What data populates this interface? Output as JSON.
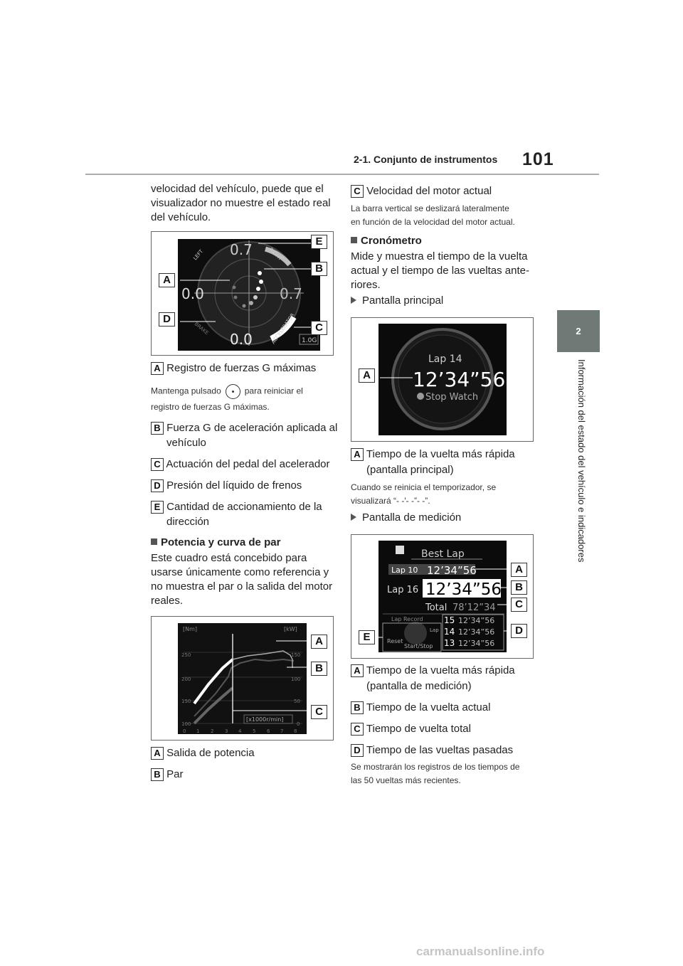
{
  "header": {
    "section": "2-1. Conjunto de instrumentos",
    "page": "101"
  },
  "sidebar": {
    "tab": "2",
    "text": "Información del estado del vehículo e indicadores"
  },
  "left": {
    "intro": [
      "velocidad del vehículo, puede que el",
      "visualizador no muestre el estado real",
      "del vehículo."
    ],
    "gforce_fig": {
      "top": "0.7",
      "left": "0.0",
      "right": "0.7",
      "bottom": "0.0",
      "left_lbl": "LEFT",
      "right_lbl": "RIGHT",
      "brake": "BRAKE",
      "accel": "ACCELERATOR",
      "gval": "1.0G"
    },
    "items1": [
      {
        "label": "A",
        "text": "Registro de fuerzas G máximas"
      },
      {
        "label": "B",
        "text": "Fuerza G de aceleración aplicada al"
      },
      {
        "label": "C",
        "text": "Actuación del pedal del acelerador"
      },
      {
        "label": "D",
        "text": "Presión del líquido de frenos"
      },
      {
        "label": "E",
        "text": "Cantidad de accionamiento de la"
      }
    ],
    "items1_cont": {
      "b": "vehículo",
      "e": "dirección"
    },
    "note1a": "Mantenga pulsado",
    "note1b": "para reiniciar el",
    "note1c": "registro de fuerzas G máximas.",
    "sec2_title": "Potencia y curva de par",
    "sec2_body": [
      "Este cuadro está concebido para",
      "usarse únicamente como referencia y",
      "no muestra el par o la salida del motor",
      "reales."
    ],
    "torque_fig": {
      "nm": "[Nm]",
      "kw": "[kW]",
      "y_left": [
        "250",
        "200",
        "150",
        "100"
      ],
      "y_right": [
        "150",
        "100",
        "50",
        "0"
      ],
      "x": [
        "0",
        "1",
        "2",
        "3",
        "4",
        "5",
        "6",
        "7",
        "8"
      ],
      "unit": "[x1000r/min]"
    },
    "items2": [
      {
        "label": "A",
        "text": "Salida de potencia"
      },
      {
        "label": "B",
        "text": "Par"
      }
    ]
  },
  "right": {
    "item_c": {
      "label": "C",
      "text": "Velocidad del motor actual"
    },
    "note_c": [
      "La barra vertical se deslizará lateralmente",
      "en función de la velocidad del motor actual."
    ],
    "sec_title": "Cronómetro",
    "sec_body": [
      "Mide y muestra el tiempo de la vuelta",
      "actual y el tiempo de las vueltas ante-",
      "riores."
    ],
    "sub1": "Pantalla principal",
    "stopwatch": {
      "lap": "Lap 14",
      "time": "12’34”56",
      "label": "Stop Watch"
    },
    "item_a1": {
      "label": "A",
      "text": "Tiempo de la vuelta más rápida",
      "cont": "(pantalla principal)"
    },
    "note_a1": [
      "Cuando se reinicia el temporizador, se",
      "visualizará “- -'- -”- -”."
    ],
    "sub2": "Pantalla de medición",
    "measure": {
      "best": "Best Lap",
      "lap10": "Lap 10",
      "t10": "12’34”56",
      "lap16": "Lap 16",
      "t16": "12’34”56",
      "total": "Total",
      "ttotal": "78’12”34",
      "record": "Lap Record",
      "r15": "15",
      "r14": "14",
      "r13": "13",
      "rt": "12’34”56",
      "reset": "Reset",
      "lap": "Lap",
      "ss": "Start/Stop"
    },
    "items3": [
      {
        "label": "A",
        "text": "Tiempo de la vuelta más rápida",
        "cont": "(pantalla de medición)"
      },
      {
        "label": "B",
        "text": "Tiempo de la vuelta actual"
      },
      {
        "label": "C",
        "text": "Tiempo de vuelta total"
      },
      {
        "label": "D",
        "text": "Tiempo de las vueltas pasadas"
      }
    ],
    "note_end": [
      "Se mostrarán los registros de los tiempos de",
      "las 50 vueltas más recientes."
    ]
  },
  "fig_labels": {
    "a": "A",
    "b": "B",
    "c": "C",
    "d": "D",
    "e": "E"
  },
  "watermark": "carmanualsonline.info"
}
